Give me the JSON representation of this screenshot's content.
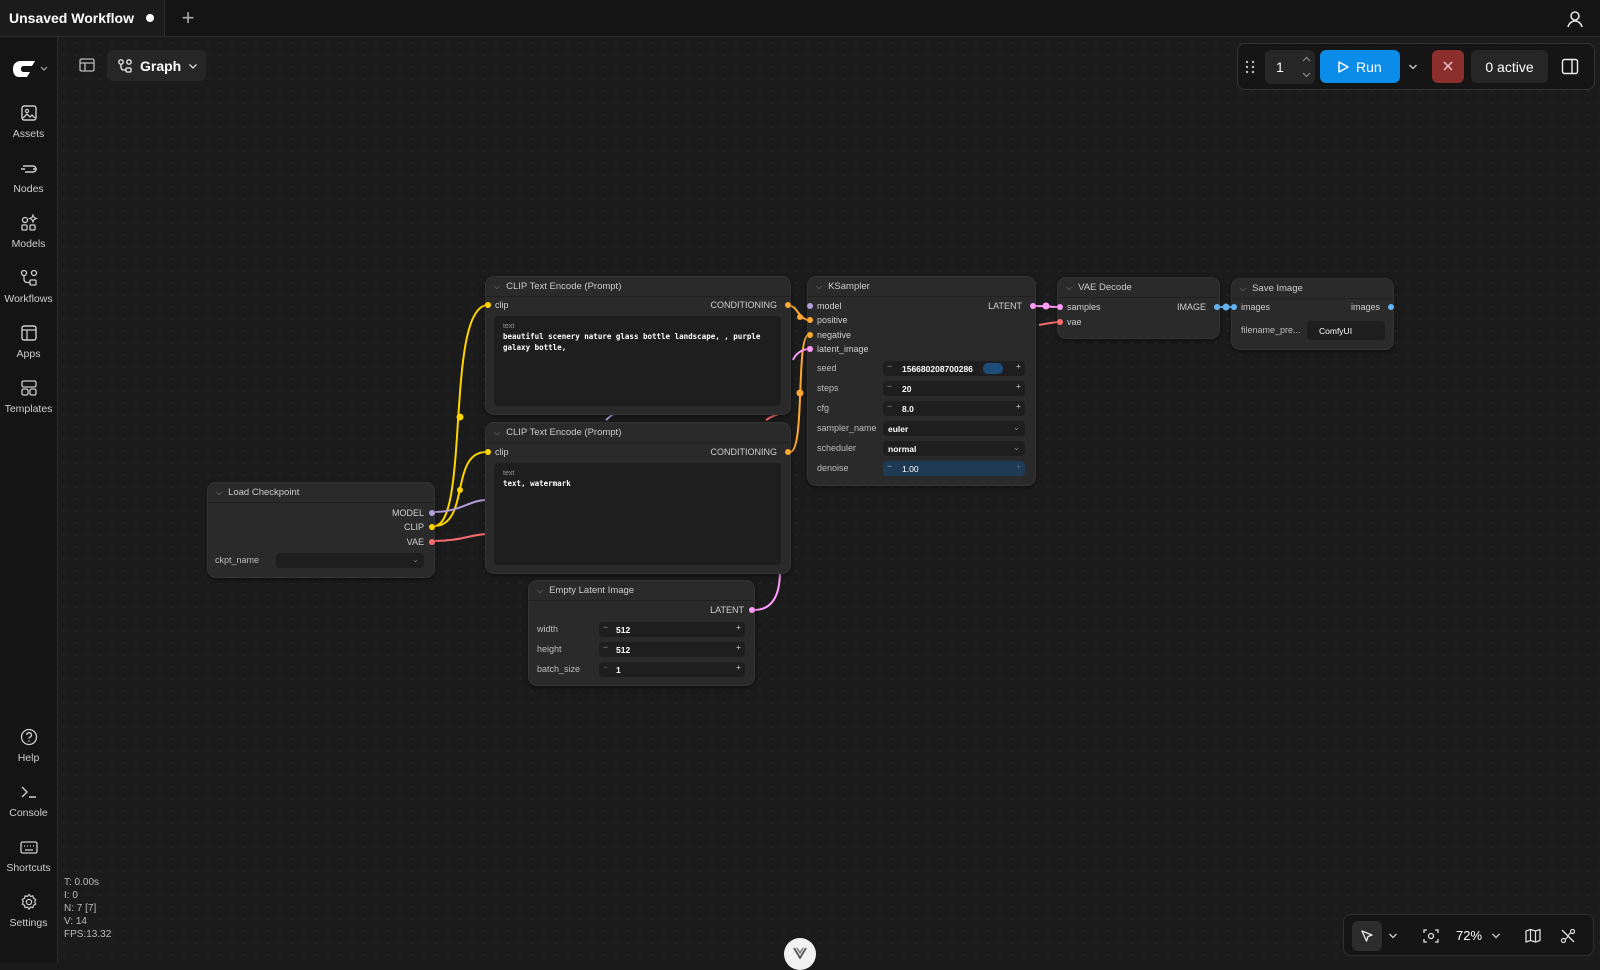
{
  "tab": {
    "title": "Unsaved Workflow"
  },
  "sidebar": {
    "items": [
      {
        "label": "Assets",
        "icon": "image-icon"
      },
      {
        "label": "Nodes",
        "icon": "node-icon"
      },
      {
        "label": "Models",
        "icon": "models-icon"
      },
      {
        "label": "Workflows",
        "icon": "workflow-icon"
      },
      {
        "label": "Apps",
        "icon": "apps-icon"
      },
      {
        "label": "Templates",
        "icon": "templates-icon"
      }
    ],
    "bottom": [
      {
        "label": "Help",
        "icon": "help-icon"
      },
      {
        "label": "Console",
        "icon": "terminal-icon"
      },
      {
        "label": "Shortcuts",
        "icon": "keyboard-icon"
      },
      {
        "label": "Settings",
        "icon": "gear-icon"
      }
    ]
  },
  "toolbar": {
    "view_label": "Graph"
  },
  "queue": {
    "count": "1",
    "run_label": "Run",
    "active_label": "0 active"
  },
  "zoom": {
    "level": "72%"
  },
  "stats": {
    "t": "T: 0.00s",
    "i": "I: 0",
    "n": "N: 7 [7]",
    "v": "V: 14",
    "fps": "FPS:13.32"
  },
  "nodes": {
    "clip1": {
      "title": "CLIP Text Encode (Prompt)",
      "in": "clip",
      "out": "CONDITIONING",
      "text_label": "text",
      "text": "beautiful scenery nature glass bottle landscape, , purple galaxy bottle,"
    },
    "clip2": {
      "title": "CLIP Text Encode (Prompt)",
      "in": "clip",
      "out": "CONDITIONING",
      "text_label": "text",
      "text": "text, watermark"
    },
    "ksampler": {
      "title": "KSampler",
      "inputs": [
        "model",
        "positive",
        "negative",
        "latent_image"
      ],
      "out": "LATENT",
      "seed_label": "seed",
      "seed": "156680208700286",
      "steps_label": "steps",
      "steps": "20",
      "cfg_label": "cfg",
      "cfg": "8.0",
      "sampler_label": "sampler_name",
      "sampler": "euler",
      "scheduler_label": "scheduler",
      "scheduler": "normal",
      "denoise_label": "denoise",
      "denoise": "1.00"
    },
    "vae": {
      "title": "VAE Decode",
      "in1": "samples",
      "in2": "vae",
      "out": "IMAGE"
    },
    "save": {
      "title": "Save Image",
      "in": "images",
      "out": "images",
      "fn_label": "filename_pre...",
      "fn": "ComfyUI"
    },
    "ckpt": {
      "title": "Load Checkpoint",
      "out1": "MODEL",
      "out2": "CLIP",
      "out3": "VAE",
      "ckpt_label": "ckpt_name"
    },
    "latent": {
      "title": "Empty Latent Image",
      "out": "LATENT",
      "width_label": "width",
      "width": "512",
      "height_label": "height",
      "height": "512",
      "batch_label": "batch_size",
      "batch": "1"
    }
  },
  "colors": {
    "accent": "#0b8ce9",
    "clip": "#ffd500",
    "model": "#b39ddb",
    "vae": "#ff6e6e",
    "cond": "#ffa931",
    "latent": "#ff9cf9",
    "image": "#64b5f6"
  }
}
